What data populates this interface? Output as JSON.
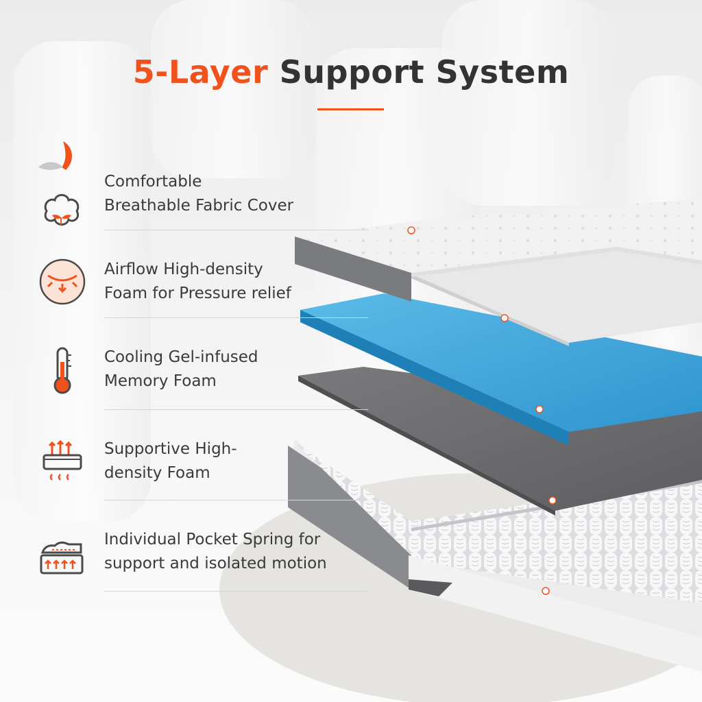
{
  "title": {
    "accent": "5-Layer",
    "rest": " Support System"
  },
  "colors": {
    "accent": "#f0521e",
    "text": "#3a3a3a",
    "gel_blue": "#3fa6d8",
    "gray_foam": "#6e6e70"
  },
  "features": [
    {
      "icon": "feather-cotton-icon",
      "line1": "Comfortable",
      "line2": "Breathable Fabric Cover"
    },
    {
      "icon": "pressure-relief-icon",
      "line1": "Airflow High-density",
      "line2": "Foam for Pressure relief"
    },
    {
      "icon": "thermometer-icon",
      "line1": "Cooling Gel-infused",
      "line2": "Memory Foam"
    },
    {
      "icon": "support-foam-icon",
      "line1": "Supportive High-",
      "line2": "density Foam"
    },
    {
      "icon": "pocket-spring-icon",
      "line1": "Individual Pocket Spring for",
      "line2": "support and isolated motion"
    }
  ]
}
